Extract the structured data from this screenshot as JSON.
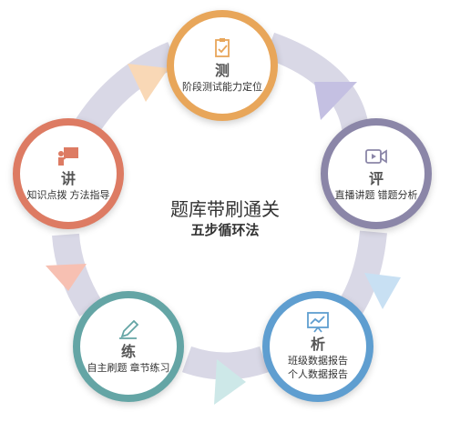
{
  "center": {
    "title": "题库带刷通关",
    "subtitle": "五步循环法"
  },
  "nodes": [
    {
      "key": "ce",
      "title": "测",
      "lines": [
        "阶段测试能力定位"
      ],
      "color": "#e8a65a",
      "icon": "clipboard-check-icon"
    },
    {
      "key": "ping",
      "title": "评",
      "lines": [
        "直播讲题 错题分析"
      ],
      "color": "#8b86a8",
      "icon": "video-play-icon"
    },
    {
      "key": "xi",
      "title": "析",
      "lines": [
        "班级数据报告",
        "个人数据报告"
      ],
      "color": "#5f9ed0",
      "icon": "chart-board-icon"
    },
    {
      "key": "lian",
      "title": "练",
      "lines": [
        "自主刷题 章节练习"
      ],
      "color": "#64a5a5",
      "icon": "pencil-icon"
    },
    {
      "key": "jiang",
      "title": "讲",
      "lines": [
        "知识点拨 方法指导"
      ],
      "color": "#dd7b63",
      "icon": "teacher-board-icon"
    }
  ],
  "colors": {
    "ring": "#d9d8e6",
    "arrow_ce": "#f9d8b6",
    "arrow_ping": "#c4c0e2",
    "arrow_xi": "#c8e0f3",
    "arrow_lian": "#cde8e8",
    "arrow_jiang": "#f7c0b2"
  }
}
